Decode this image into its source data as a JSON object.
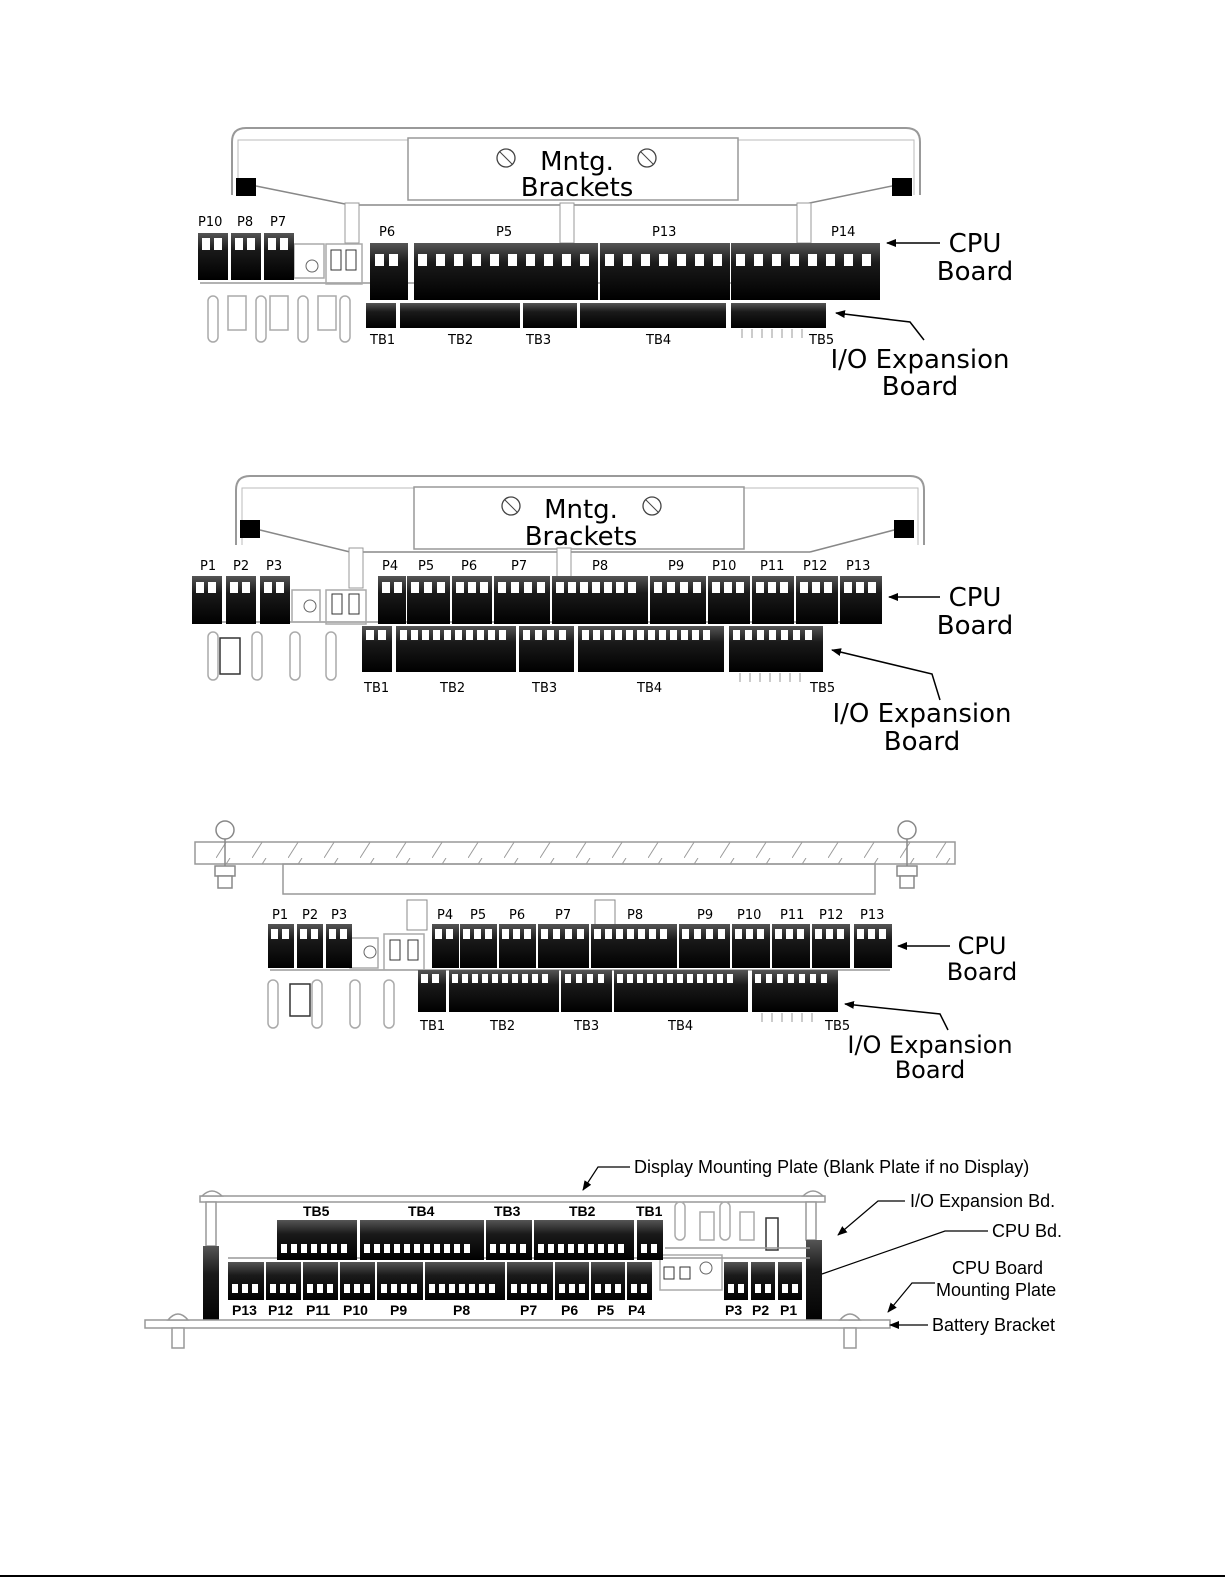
{
  "diagram1": {
    "title_line1": "Mntg.",
    "title_line2": "Brackets",
    "cpu_line1": "CPU",
    "cpu_line2": "Board",
    "io_line1": "I/O Expansion",
    "io_line2": "Board",
    "top_connectors": [
      "P10",
      "P8",
      "P7",
      "P6",
      "P5",
      "P13",
      "P14"
    ],
    "bottom_connectors": [
      "TB1",
      "TB2",
      "TB3",
      "TB4",
      "TB5"
    ]
  },
  "diagram2": {
    "title_line1": "Mntg.",
    "title_line2": "Brackets",
    "cpu_line1": "CPU",
    "cpu_line2": "Board",
    "io_line1": "I/O Expansion",
    "io_line2": "Board",
    "top_connectors": [
      "P1",
      "P2",
      "P3",
      "P4",
      "P5",
      "P6",
      "P7",
      "P8",
      "P9",
      "P10",
      "P11",
      "P12",
      "P13"
    ],
    "bottom_connectors": [
      "TB1",
      "TB2",
      "TB3",
      "TB4",
      "TB5"
    ]
  },
  "diagram3": {
    "cpu_line1": "CPU",
    "cpu_line2": "Board",
    "io_line1": "I/O Expansion",
    "io_line2": "Board",
    "top_connectors": [
      "P1",
      "P2",
      "P3",
      "P4",
      "P5",
      "P6",
      "P7",
      "P8",
      "P9",
      "P10",
      "P11",
      "P12",
      "P13"
    ],
    "bottom_connectors": [
      "TB1",
      "TB2",
      "TB3",
      "TB4",
      "TB5"
    ]
  },
  "diagram4": {
    "callouts": {
      "display_plate": "Display Mounting Plate (Blank Plate if no Display)",
      "io_bd": "I/O Expansion Bd.",
      "cpu_bd": "CPU Bd.",
      "cpu_plate_line1": "CPU Board",
      "cpu_plate_line2": "Mounting Plate",
      "battery": "Battery Bracket"
    },
    "tb_connectors": [
      "TB5",
      "TB4",
      "TB3",
      "TB2",
      "TB1"
    ],
    "p_connectors": [
      "P13",
      "P12",
      "P11",
      "P10",
      "P9",
      "P8",
      "P7",
      "P6",
      "P5",
      "P4",
      "P3",
      "P2",
      "P1"
    ]
  }
}
